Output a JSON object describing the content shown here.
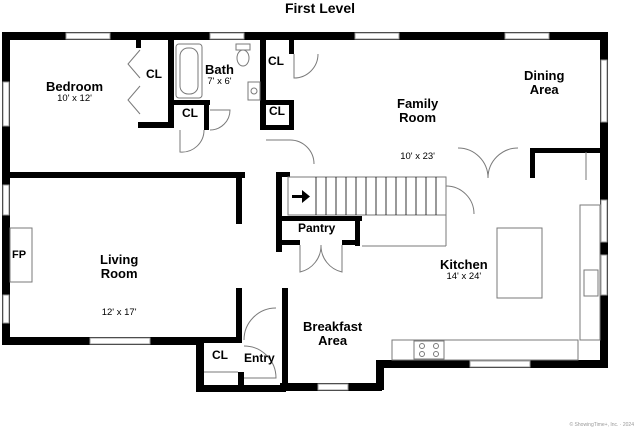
{
  "title": "First Level",
  "rooms": {
    "bedroom": {
      "name": "Bedroom",
      "dims": "10' x 12'"
    },
    "bath": {
      "name": "Bath",
      "dims": "7' x 6'"
    },
    "family": {
      "name": "Family\nRoom",
      "dims": "10' x 23'"
    },
    "dining": {
      "name": "Dining\nArea"
    },
    "living": {
      "name": "Living\nRoom",
      "dims": "12' x 17'"
    },
    "pantry": {
      "name": "Pantry"
    },
    "kitchen": {
      "name": "Kitchen",
      "dims": "14' x 24'"
    },
    "breakfast": {
      "name": "Breakfast\nArea"
    },
    "entry": {
      "name": "Entry"
    }
  },
  "closet_label": "CL",
  "fireplace_label": "FP",
  "credit": "© ShowingTime+, Inc. · 2024",
  "colors": {
    "wall": "#000000",
    "window": "#9a9a9a",
    "fixture": "#7a7a7a"
  }
}
